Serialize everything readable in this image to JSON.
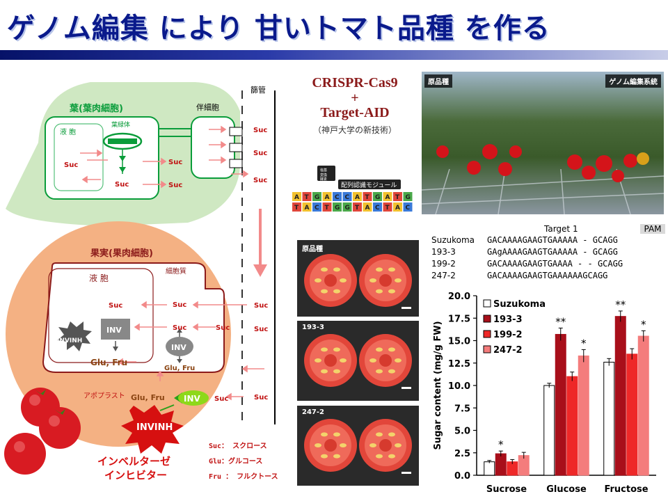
{
  "title": "ゲノム編集 により 甘いトマト品種 を作る",
  "technology": {
    "line1": "CRISPR-Cas9",
    "plus": "+",
    "line2": "Target-AID",
    "note": "（神戸大学の新技術）",
    "module_label": "配列認識モジュール",
    "enzyme_label": "塩基変換酵素",
    "dna_top": [
      "A",
      "T",
      "G",
      "A",
      "C",
      "C",
      "A",
      "T",
      "G",
      "A",
      "T",
      "G"
    ],
    "dna_bottom": [
      "T",
      "A",
      "C",
      "T",
      "G",
      "G",
      "T",
      "A",
      "C",
      "T",
      "A",
      "C"
    ]
  },
  "diagram": {
    "phloem": "篩管",
    "companion_cell": "伴細胞",
    "leaf_title": "葉(葉肉細胞)",
    "leaf_vacuole": "液 胞",
    "chloroplast": "葉緑体",
    "fruit_title": "果実(果肉細胞)",
    "fruit_vacuole": "液 胞",
    "cytoplasm": "細胞質",
    "apoplast": "アポプラスト",
    "suc": "Suc",
    "inv": "INV",
    "invinh": "INVINH",
    "glu_fru": "Glu, Fru",
    "inhibitor_label": "インベルターゼ\nインヒビター",
    "legend": [
      "Suc： スクロース",
      "Glu：グルコース",
      "Fru ： フルクトース"
    ]
  },
  "photos": {
    "plant_left": "原品種",
    "plant_right": "ゲノム編集系統",
    "fruit_labels": [
      "原品種",
      "193-3",
      "247-2"
    ]
  },
  "sequence": {
    "target_label": "Target 1",
    "pam_label": "PAM",
    "rows": [
      {
        "name": "Suzukoma",
        "seq": "GACAAAAGAAGTGAAAAA - GCAGG"
      },
      {
        "name": "193-3",
        "seq": "GAgAAAAGAAGTGAAAAA - GCAGG"
      },
      {
        "name": "199-2",
        "seq": "GACAAAAGAAGTGAAAA - - GCAGG"
      },
      {
        "name": "247-2",
        "seq": "GACAAAAGAAGTGAAAAAAGCAGG"
      }
    ]
  },
  "chart_data": {
    "type": "bar",
    "categories": [
      "Sucrose",
      "Glucose",
      "Fructose"
    ],
    "ylabel": "Sugar content (mg/g FW)",
    "ylim": [
      0,
      20
    ],
    "yticks": [
      "0.0",
      "2.5",
      "5.0",
      "7.5",
      "10.0",
      "12.5",
      "15.0",
      "17.5",
      "20.0"
    ],
    "series": [
      {
        "name": "Suzukoma",
        "color": "#ffffff",
        "values": [
          1.5,
          10.0,
          12.6
        ],
        "errors": [
          0.15,
          0.25,
          0.4
        ]
      },
      {
        "name": "193-3",
        "color": "#a80f1a",
        "values": [
          2.4,
          15.7,
          17.7
        ],
        "errors": [
          0.3,
          0.7,
          0.6
        ]
      },
      {
        "name": "199-2",
        "color": "#ee2828",
        "values": [
          1.5,
          11.0,
          13.5
        ],
        "errors": [
          0.25,
          0.5,
          0.6
        ]
      },
      {
        "name": "247-2",
        "color": "#f47c7c",
        "values": [
          2.2,
          13.3,
          15.5
        ],
        "errors": [
          0.35,
          0.7,
          0.6
        ]
      }
    ],
    "significance": [
      {
        "category": 0,
        "series": 1,
        "mark": "*"
      },
      {
        "category": 1,
        "series": 1,
        "mark": "**"
      },
      {
        "category": 1,
        "series": 3,
        "mark": "*"
      },
      {
        "category": 2,
        "series": 1,
        "mark": "**"
      },
      {
        "category": 2,
        "series": 3,
        "mark": "*"
      }
    ]
  }
}
